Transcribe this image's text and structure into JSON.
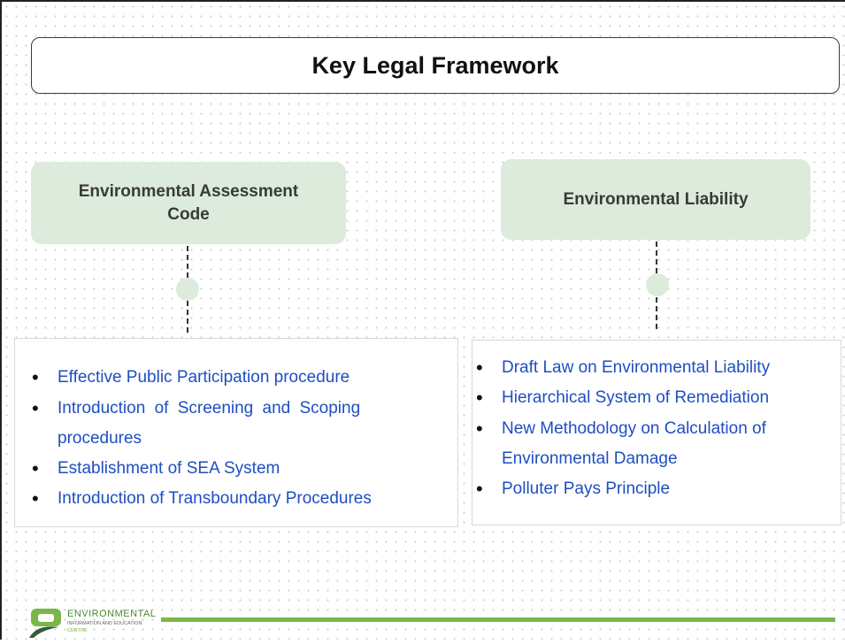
{
  "title": "Key Legal Framework",
  "left_column": {
    "heading": "Environmental Assessment Code",
    "items": [
      "Effective Public Participation procedure",
      "Introduction of Screening and Scoping",
      "procedures",
      "Establishment of SEA System",
      "Introduction of Transboundary Procedures"
    ]
  },
  "right_column": {
    "heading": "Environmental Liability",
    "items": [
      "Draft Law on Environmental Liability",
      "Hierarchical System of Remediation",
      "New Methodology on Calculation of",
      "Environmental Damage",
      "Polluter Pays Principle"
    ]
  },
  "footer": {
    "logo_word": "ENVIRONMENTAL",
    "logo_sub": "INFORMATION AND EDUCATION",
    "logo_sub2": "CENTRE"
  },
  "colors": {
    "accent_green": "#7ab648",
    "box_fill": "#dcebdb",
    "item_text": "#1e4ec2"
  }
}
